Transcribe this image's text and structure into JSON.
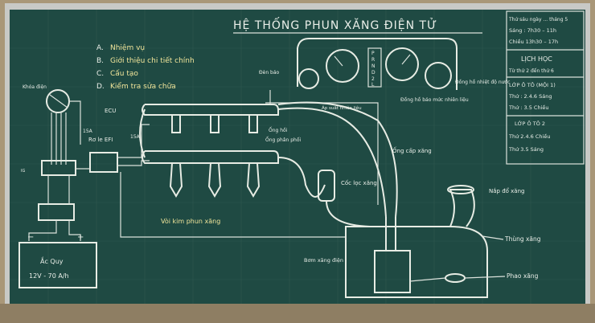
{
  "board": {
    "title": "HỆ THỐNG PHUN XĂNG ĐIỆN TỬ",
    "outline": [
      {
        "letter": "A.",
        "text": "Nhiệm vụ"
      },
      {
        "letter": "B.",
        "text": "Giới thiệu chi tiết chính"
      },
      {
        "letter": "C.",
        "text": "Cấu tạo"
      },
      {
        "letter": "D.",
        "text": "Kiểm tra sửa chữa"
      }
    ],
    "schedule": {
      "date": "Thứ sáu ngày ... tháng 5",
      "morning": "Sáng : 7h30 – 11h",
      "afternoon": "Chiều 13h30 – 17h",
      "lich_hoc_title": "LỊCH HỌC",
      "lich_hoc_row": "Từ thứ 2 đến thứ 6",
      "class1_title": "LỚP Ô TÔ (MỘI 1)",
      "class1_rows": [
        "Thứ : 2.4.6 Sáng",
        "Thứ : 3.5 Chiều"
      ],
      "class2_title": "LỚP Ô TÔ 2",
      "class2_rows": [
        "Thứ 2.4.6 Chiều",
        "Thứ 3.5 Sáng"
      ]
    },
    "labels": {
      "ecu": "ECU",
      "relay": "Rơ le EFI",
      "fuse1": "15A",
      "fuse2": "15A",
      "battery_title": "Ắc Quy",
      "battery_spec": "12V - 70 A/h",
      "ignition_switch": "Khóa điện",
      "warning_lamp": "Đèn báo",
      "fuel_rail": "Ống phân phối",
      "return_line": "Ống hồi",
      "supply_line": "Ống cấp xăng",
      "fuel_pressure": "Áp suất nhiên liệu",
      "filter": "Cốc lọc xăng",
      "injectors": "Vòi kim phun xăng",
      "tank_cap": "Nắp đổ xăng",
      "tank": "Thùng xăng",
      "float": "Phao xăng",
      "pump": "Bơm xăng điện",
      "gauge_left": "Đồng hồ báo mức nhiên liệu",
      "gauge_right": "Đồng hồ nhiệt độ nước",
      "dashboard_letters": [
        "P",
        "R",
        "N",
        "D",
        "2",
        "L"
      ]
    }
  }
}
